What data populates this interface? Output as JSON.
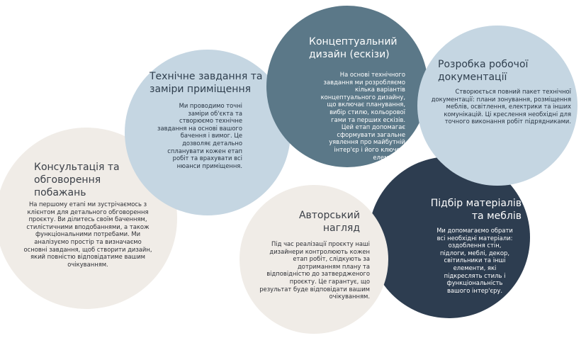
{
  "steps": [
    {
      "title": "Консультація  та обговорення побажань",
      "description": "На першому етапі ми зустрічаємось з клієнтом для детального обговорення проєкту. Ви ділитесь своїм баченням, стилістичними вподобаннями, а також функціональними потребами. Ми аналізуємо простір та визначаємо основні завдання, щоб створити дизайн, який повністю відповідатиме вашим очікуванням."
    },
    {
      "title": "Технічне завдання та заміри приміщення",
      "description": "Ми проводимо точні заміри об'єкта та створюємо технічне завдання на основі вашого бачення і вимог. Це дозволяє детально спланувати кожен етап робіт та врахувати всі нюанси приміщення."
    },
    {
      "title": "Концептуальний дизайн (ескізи)",
      "description": "На основі технічного завдання ми розробляємо кілька варіантів концептуального дизайну, що включає планування, вибір стилю, кольорової гами та перших ескізів. Цей етап допомагає сформувати загальне уявлення про майбутній інтер'єр і його ключові елементи."
    },
    {
      "title": "Розробка  робочої документації",
      "description": "Створюється повний пакет технічної документації: плани зонування, розміщення меблів, освітлення, електрики та інших комунікацій. Ці креслення необхідні для точного виконання робіт підрядниками."
    },
    {
      "title": "Підбір матеріалів та меблів",
      "description": "Ми допомагаємо обрати всі необхідні матеріали: оздоблення стін, підлоги, меблі, декор, світильники та інші елементи, які підкреслять стиль і функціональність вашого інтер'єру."
    },
    {
      "title": "Авторський нагляд",
      "description": "Під час реалізації проєкту наші дизайнери контролюють кожен етап робіт, слідкують за дотриманням плану та відповідністю до затвердженого проєкту. Це гарантує, що результат буде відповідати вашим очікуванням."
    }
  ],
  "colors": {
    "beige": "#f0ece7",
    "light_blue": "#c5d6e2",
    "slate": "#5b7888",
    "navy": "#2d3d50"
  }
}
